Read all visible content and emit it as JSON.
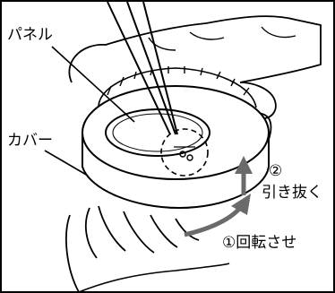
{
  "labels": {
    "panel": "パネル",
    "cover": "カバー",
    "step_rotate": "①回転させ",
    "step_pull_num": "②",
    "step_pull_text": "引き抜く"
  },
  "colors": {
    "line": "#000000",
    "arrow": "#6a6a6a",
    "background": "#ffffff"
  }
}
